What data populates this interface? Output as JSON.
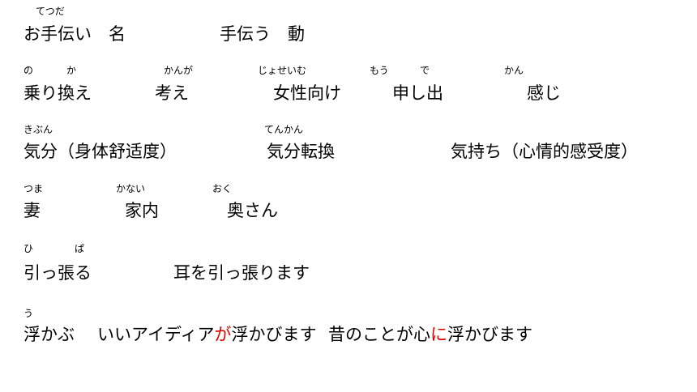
{
  "accent_color": "#e00000",
  "rows": [
    {
      "furigana": [
        "てつだ"
      ],
      "items": [
        "お手伝い　名",
        "手伝う　動"
      ]
    },
    {
      "furigana": [
        "の",
        "か",
        "かんが",
        "じょせいむ",
        "もう",
        "で",
        "かん"
      ],
      "items": [
        "乗り換え",
        "考え",
        "女性向け",
        "申し出",
        "感じ"
      ]
    },
    {
      "furigana": [
        "きぶん",
        "てんかん"
      ],
      "items": [
        "気分（身体舒适度）",
        "気分転換",
        "気持ち（心情的感受度）"
      ]
    },
    {
      "furigana": [
        "つま",
        "かない",
        "おく"
      ],
      "items": [
        "妻",
        "家内",
        "奥さん"
      ]
    },
    {
      "furigana": [
        "ひ",
        "ぱ"
      ],
      "items": [
        "引っ張る",
        "耳を引っ張ります"
      ]
    },
    {
      "furigana": [
        "う"
      ],
      "items": [
        "浮かぶ"
      ],
      "sentences": [
        {
          "before": "いいアイディア",
          "particle": "が",
          "after": "浮かびます"
        },
        {
          "before": "昔のことが心",
          "particle": "に",
          "after": "浮かびます"
        }
      ]
    }
  ]
}
